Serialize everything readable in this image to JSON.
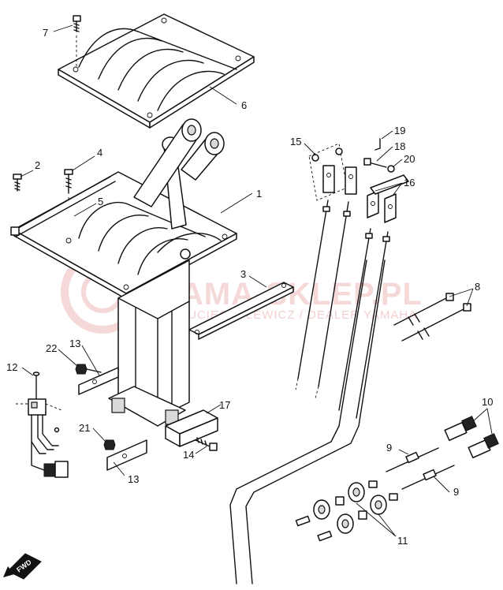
{
  "diagram": {
    "watermark": {
      "main": "YAMA-SKLEP.PL",
      "sub": "P.RUCIECKI-LEWICZ / DEALER YAMAHA"
    },
    "fwd_badge": "FWD",
    "callouts": [
      {
        "id": "c1",
        "text": "1"
      },
      {
        "id": "c2",
        "text": "2"
      },
      {
        "id": "c3",
        "text": "3"
      },
      {
        "id": "c4",
        "text": "4"
      },
      {
        "id": "c5",
        "text": "5"
      },
      {
        "id": "c6",
        "text": "6"
      },
      {
        "id": "c7",
        "text": "7"
      },
      {
        "id": "c8",
        "text": "8"
      },
      {
        "id": "c9a",
        "text": "9"
      },
      {
        "id": "c9b",
        "text": "9"
      },
      {
        "id": "c10",
        "text": "10"
      },
      {
        "id": "c11",
        "text": "11"
      },
      {
        "id": "c12",
        "text": "12"
      },
      {
        "id": "c13a",
        "text": "13"
      },
      {
        "id": "c13b",
        "text": "13"
      },
      {
        "id": "c14",
        "text": "14"
      },
      {
        "id": "c15",
        "text": "15"
      },
      {
        "id": "c16",
        "text": "16"
      },
      {
        "id": "c17",
        "text": "17"
      },
      {
        "id": "c18",
        "text": "18"
      },
      {
        "id": "c19",
        "text": "19"
      },
      {
        "id": "c20",
        "text": "20"
      },
      {
        "id": "c21",
        "text": "21"
      },
      {
        "id": "c22",
        "text": "22"
      }
    ]
  }
}
